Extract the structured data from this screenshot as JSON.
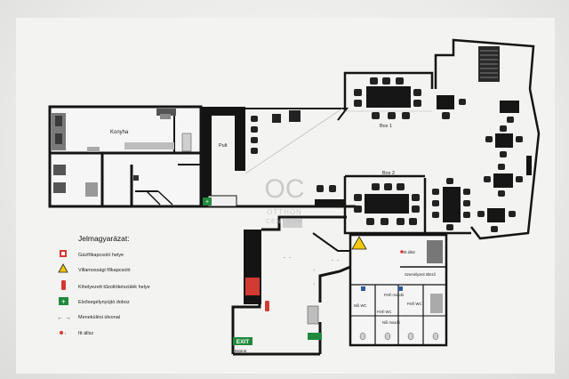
{
  "rooms": {
    "kitchen": "Konyha",
    "bar": "Pult",
    "box1": "Box 1",
    "box2": "Box 2",
    "staff_room": "Személyzeti öltöző",
    "womens_wc_left": "Női WC",
    "mens_wc_left": "Férfi WC",
    "mens_wash": "Férfi mosdó",
    "womens_wash": "Női mosdó",
    "mens_wc_right": "Férfi WC",
    "exit_label": "Bejárat",
    "here_marker": "Itt állsz"
  },
  "exit_sign": "EXIT",
  "watermark": {
    "logo": "OC",
    "line1": "OTTHON",
    "line2": "CENTRUM"
  },
  "legend": {
    "title": "Jelmagyarázat:",
    "items": [
      {
        "icon": "gas-valve-icon",
        "text": "Gázfőkapcsoló helye"
      },
      {
        "icon": "electric-warning-icon",
        "text": "Villamossági főkapcsoló"
      },
      {
        "icon": "fire-extinguisher-icon",
        "text": "Kihelyezett tűzoltókészülék helye"
      },
      {
        "icon": "first-aid-icon",
        "text": "Elsősegélynyújtó doboz"
      },
      {
        "icon": "escape-route-arrow-icon",
        "text": "Menekülési útvonal"
      },
      {
        "icon": "you-are-here-icon",
        "text": "Itt állsz"
      }
    ]
  },
  "colors": {
    "wall": "#141414",
    "furniture": "#1e1e1e",
    "accent_red": "#d23a32",
    "warning_yellow": "#f2c800",
    "safety_green": "#1f8a3c"
  }
}
